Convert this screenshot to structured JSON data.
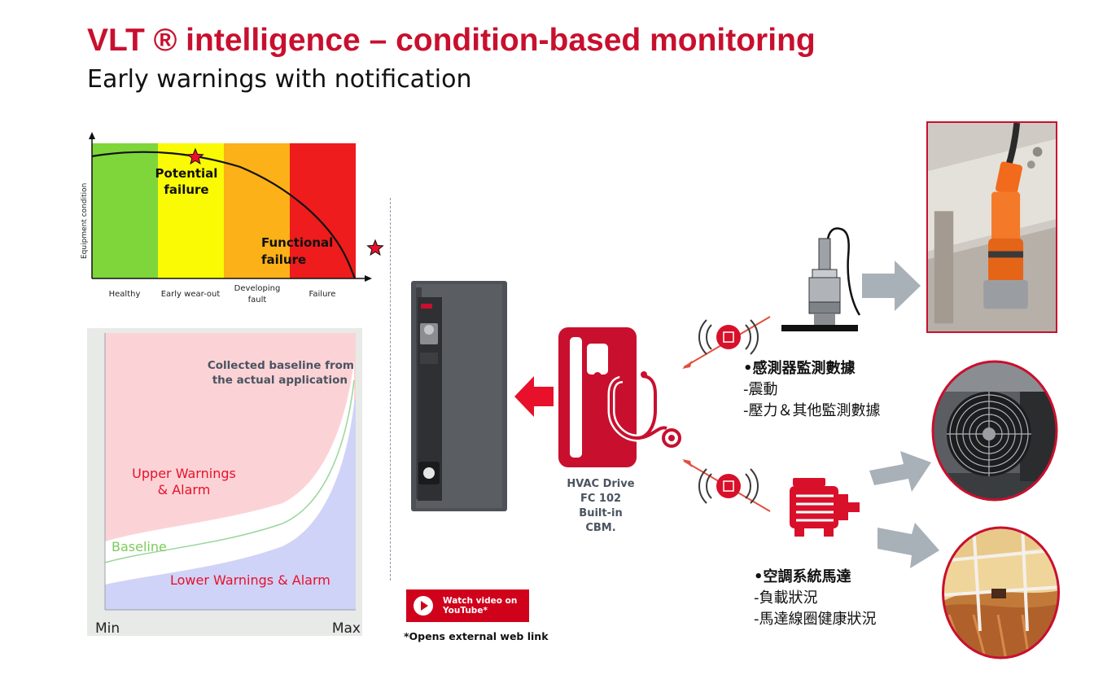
{
  "header": {
    "title": "VLT ® intelligence – condition-based monitoring",
    "subtitle": "Early warnings with notification"
  },
  "pf_curve": {
    "y_axis_label": "Equipment condition",
    "zones": [
      {
        "label": "Healthy",
        "color": "#7ed63b"
      },
      {
        "label": "Early wear-out",
        "color": "#fafa05"
      },
      {
        "label": "Developing",
        "label_line2": "fault",
        "color": "#fbb117"
      },
      {
        "label": "Failure",
        "color": "#ee1c1c"
      }
    ],
    "potential_failure": {
      "line1": "Potential",
      "line2": "failure"
    },
    "functional_failure": {
      "line1": "Functional",
      "line2": "failure"
    }
  },
  "baseline_chart": {
    "annotation_line1": "Collected baseline from",
    "annotation_line2": "the actual application",
    "upper_line1": "Upper Warnings",
    "upper_line2": "& Alarm",
    "baseline_label": "Baseline",
    "lower_label": "Lower Warnings & Alarm",
    "x_min_label": "Min",
    "x_max_label": "Max",
    "upper_color": "#fbd3d6",
    "lower_color": "#cfd3f8"
  },
  "hvac": {
    "line1": "HVAC Drive",
    "line2": "FC 102",
    "line3": "Built-in",
    "line4": "CBM."
  },
  "sensor_info": {
    "heading": "•感測器監測數據",
    "item1": "-震動",
    "item2": "-壓力＆其他監測數據"
  },
  "motor_info": {
    "heading": "•空調系統馬達",
    "item1": "-負載狀況",
    "item2": "-馬達線圈健康狀況"
  },
  "youtube": {
    "label": "Watch video on\nYouTube*",
    "note": "*Opens external web link"
  },
  "colors": {
    "brand_red": "#c8102e",
    "grey_arrow": "#a8b0b8"
  }
}
